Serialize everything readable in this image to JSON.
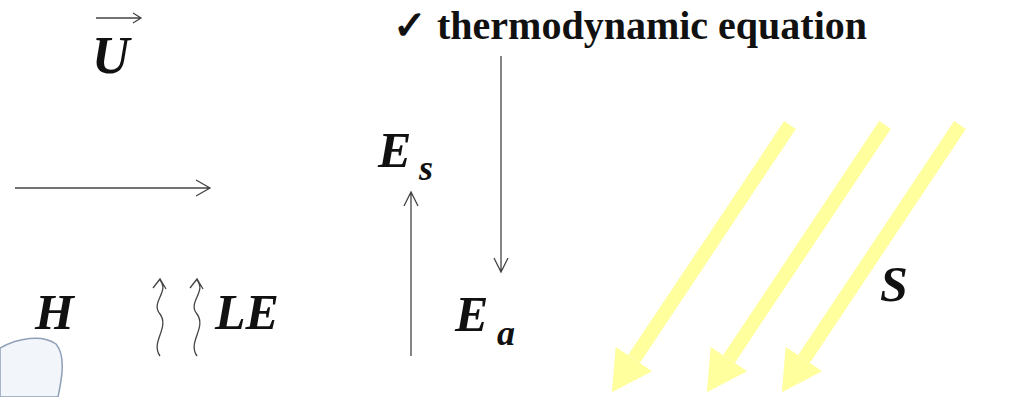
{
  "diagram": {
    "labels": [
      "✓ thermodynamic equation",
      "U",
      "E",
      "s",
      "E",
      "a",
      "H",
      "LE",
      "S"
    ]
  }
}
